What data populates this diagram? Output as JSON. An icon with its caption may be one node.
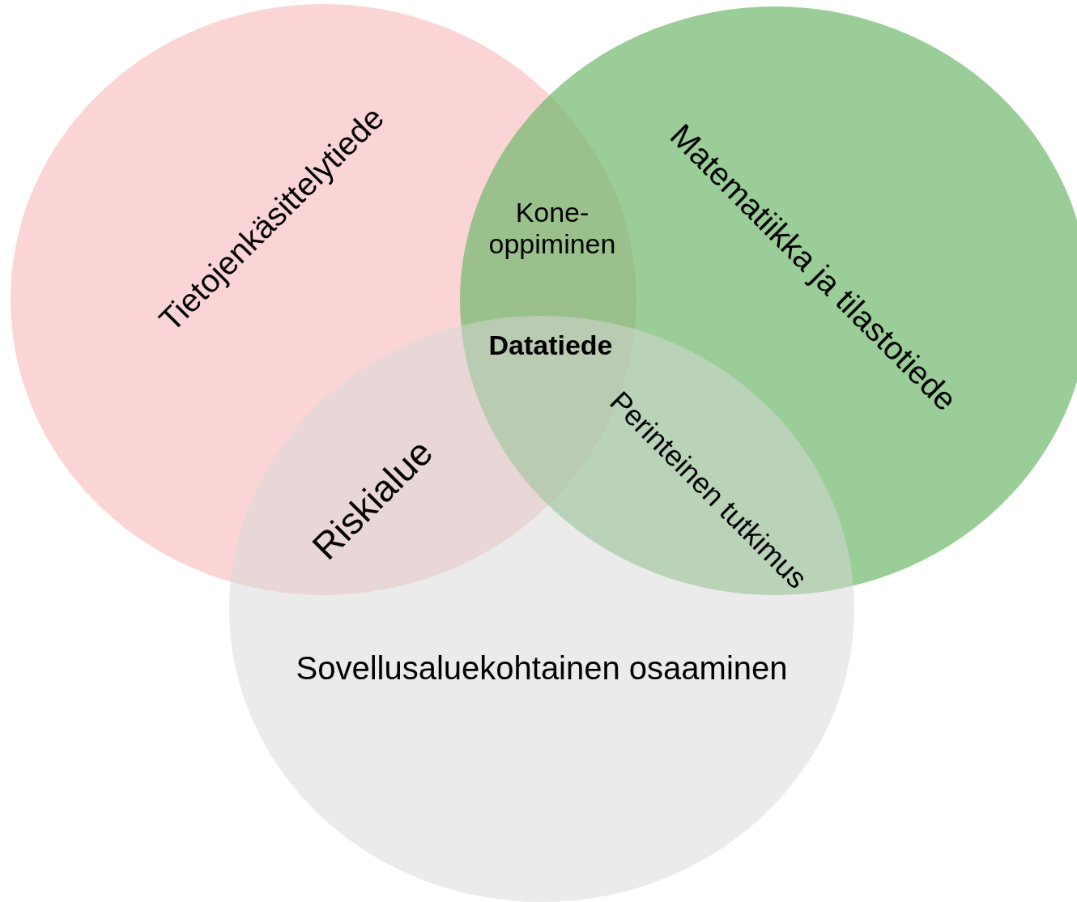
{
  "diagram": {
    "nodes": [
      {
        "text": [
          "Tietojenkäsittelytiede"
        ]
      },
      {
        "text": [
          "Matematiikka ja tilastotiede"
        ]
      },
      {
        "text": [
          "Sovellusaluekohtainen osaaminen"
        ]
      }
    ],
    "labels": [
      "Kone- oppiminen",
      "Datatiede",
      "Riskialue",
      "Perinteinen tutkimus"
    ]
  }
}
